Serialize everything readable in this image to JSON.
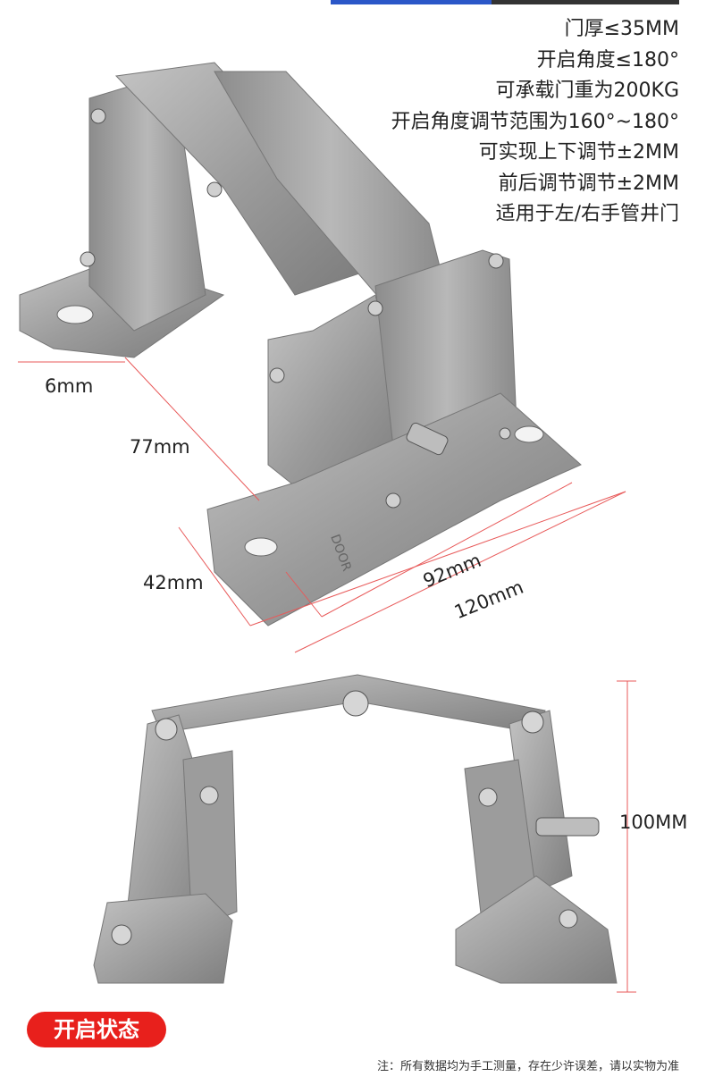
{
  "specs": [
    "门厚≤35MM",
    "开启角度≤180°",
    "可承载门重为200KG",
    "开启角度调节范围为160°~180°",
    "可实现上下调节±2MM",
    "前后调节调节±2MM",
    "适用于左/右手管井门"
  ],
  "dimensions": {
    "thickness": "6mm",
    "height": "77mm",
    "depth": "42mm",
    "hole_spacing": "92mm",
    "length": "120mm",
    "open_height": "100MM"
  },
  "product_marking": "DOOR",
  "status_badge": "开启状态",
  "footnote": "注：所有数据均为手工测量，存在少许误差，请以实物为准",
  "colors": {
    "accent_red": "#e8201c",
    "steel": "#9a9a9a",
    "dimension_line": "#e85a5a"
  }
}
